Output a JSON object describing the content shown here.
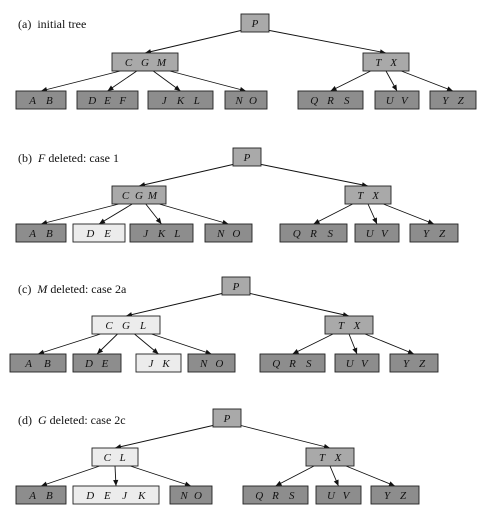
{
  "colors": {
    "dark": "#8d8d8d",
    "mid": "#a9a9a9",
    "light": "#ececec"
  },
  "panels": [
    {
      "caption": {
        "label": "(a)",
        "keyword": "",
        "rest": "initial tree"
      },
      "root": [
        "P"
      ],
      "left": {
        "keys": [
          "C",
          "G",
          "M"
        ],
        "shade": "mid"
      },
      "right": {
        "keys": [
          "T",
          "X"
        ],
        "shade": "mid"
      },
      "leftLeaves": [
        {
          "keys": [
            "A",
            "B"
          ],
          "shade": "dark"
        },
        {
          "keys": [
            "D",
            "E",
            "F"
          ],
          "shade": "dark"
        },
        {
          "keys": [
            "J",
            "K",
            "L"
          ],
          "shade": "dark"
        },
        {
          "keys": [
            "N",
            "O"
          ],
          "shade": "dark"
        }
      ],
      "rightLeaves": [
        {
          "keys": [
            "Q",
            "R",
            "S"
          ],
          "shade": "dark"
        },
        {
          "keys": [
            "U",
            "V"
          ],
          "shade": "dark"
        },
        {
          "keys": [
            "Y",
            "Z"
          ],
          "shade": "dark"
        }
      ]
    },
    {
      "caption": {
        "label": "(b)",
        "keyword": "F",
        "rest": "deleted: case 1"
      },
      "root": [
        "P"
      ],
      "left": {
        "keys": [
          "C",
          "G",
          "M"
        ],
        "shade": "mid"
      },
      "right": {
        "keys": [
          "T",
          "X"
        ],
        "shade": "mid"
      },
      "leftLeaves": [
        {
          "keys": [
            "A",
            "B"
          ],
          "shade": "dark"
        },
        {
          "keys": [
            "D",
            "E"
          ],
          "shade": "light"
        },
        {
          "keys": [
            "J",
            "K",
            "L"
          ],
          "shade": "dark"
        },
        {
          "keys": [
            "N",
            "O"
          ],
          "shade": "dark"
        }
      ],
      "rightLeaves": [
        {
          "keys": [
            "Q",
            "R",
            "S"
          ],
          "shade": "dark"
        },
        {
          "keys": [
            "U",
            "V"
          ],
          "shade": "dark"
        },
        {
          "keys": [
            "Y",
            "Z"
          ],
          "shade": "dark"
        }
      ]
    },
    {
      "caption": {
        "label": "(c)",
        "keyword": "M",
        "rest": "deleted: case 2a"
      },
      "root": [
        "P"
      ],
      "left": {
        "keys": [
          "C",
          "G",
          "L"
        ],
        "shade": "light"
      },
      "right": {
        "keys": [
          "T",
          "X"
        ],
        "shade": "mid"
      },
      "leftLeaves": [
        {
          "keys": [
            "A",
            "B"
          ],
          "shade": "dark"
        },
        {
          "keys": [
            "D",
            "E"
          ],
          "shade": "dark"
        },
        {
          "keys": [
            "J",
            "K"
          ],
          "shade": "light"
        },
        {
          "keys": [
            "N",
            "O"
          ],
          "shade": "dark"
        }
      ],
      "rightLeaves": [
        {
          "keys": [
            "Q",
            "R",
            "S"
          ],
          "shade": "dark"
        },
        {
          "keys": [
            "U",
            "V"
          ],
          "shade": "dark"
        },
        {
          "keys": [
            "Y",
            "Z"
          ],
          "shade": "dark"
        }
      ]
    },
    {
      "caption": {
        "label": "(d)",
        "keyword": "G",
        "rest": "deleted: case 2c"
      },
      "root": [
        "P"
      ],
      "left": {
        "keys": [
          "C",
          "L"
        ],
        "shade": "light"
      },
      "right": {
        "keys": [
          "T",
          "X"
        ],
        "shade": "mid"
      },
      "leftLeaves": [
        {
          "keys": [
            "A",
            "B"
          ],
          "shade": "dark"
        },
        {
          "keys": [
            "D",
            "E",
            "J",
            "K"
          ],
          "shade": "light"
        },
        {
          "keys": [
            "N",
            "O"
          ],
          "shade": "dark"
        }
      ],
      "rightLeaves": [
        {
          "keys": [
            "Q",
            "R",
            "S"
          ],
          "shade": "dark"
        },
        {
          "keys": [
            "U",
            "V"
          ],
          "shade": "dark"
        },
        {
          "keys": [
            "Y",
            "Z"
          ],
          "shade": "dark"
        }
      ]
    }
  ]
}
